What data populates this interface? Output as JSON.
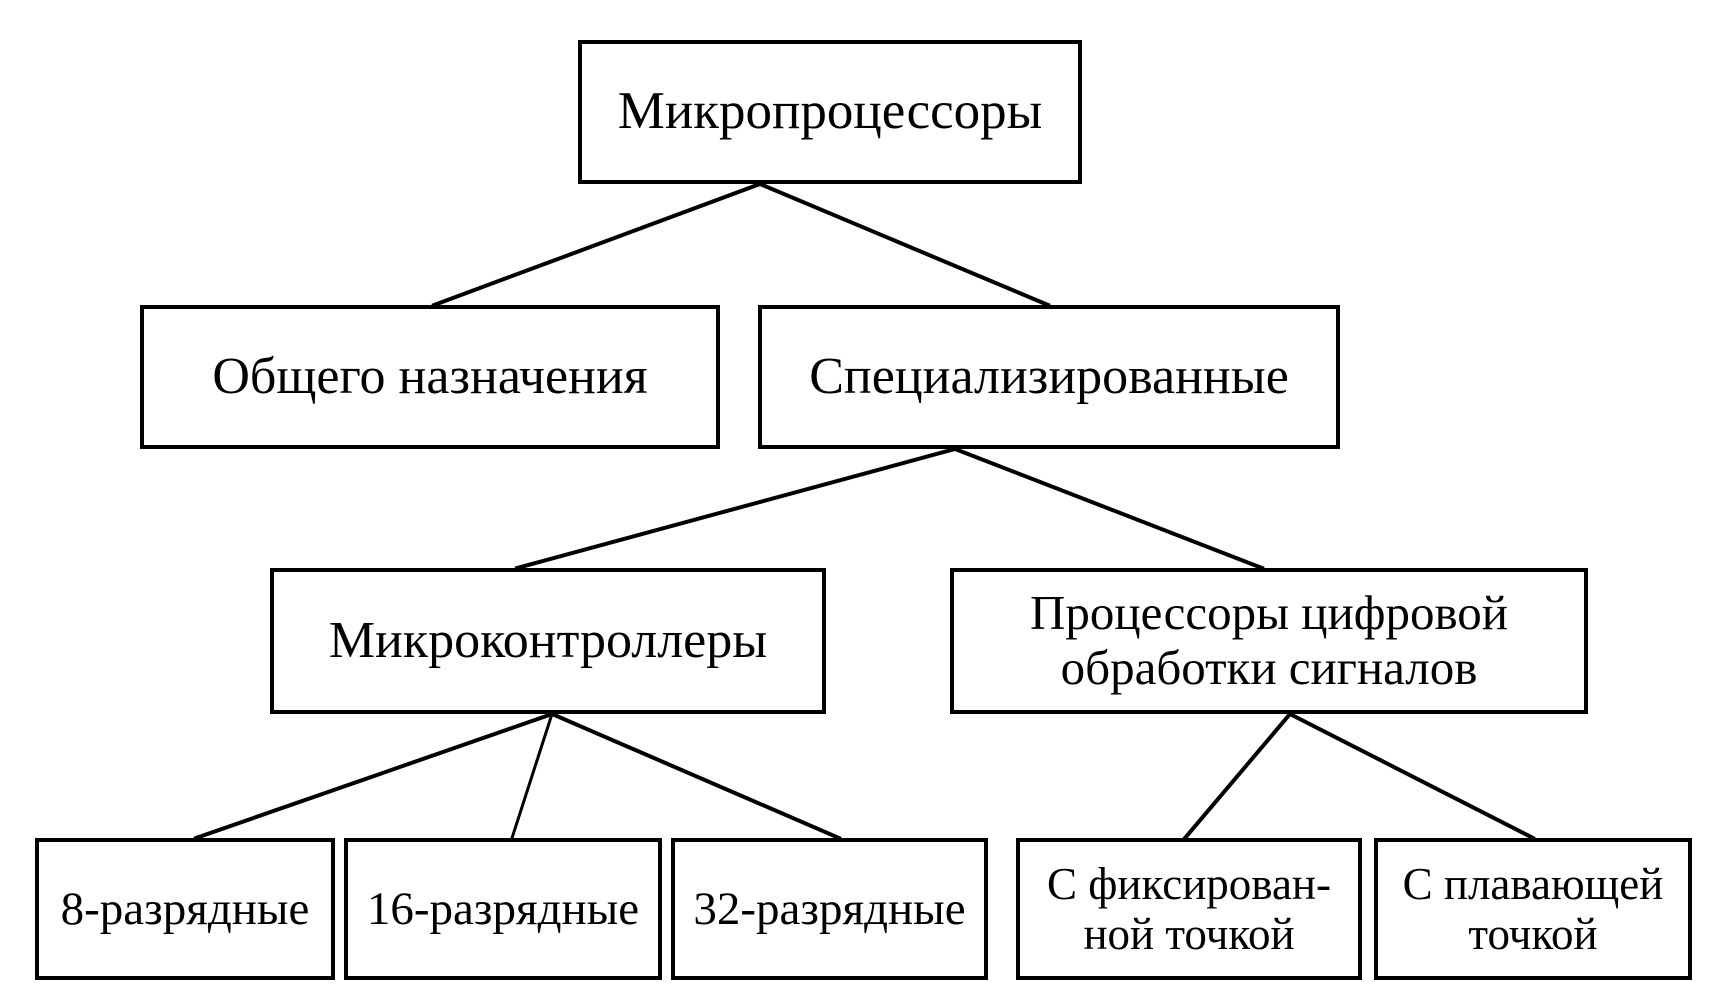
{
  "diagram": {
    "type": "tree-hierarchy",
    "language": "ru",
    "orientation": "top-down",
    "background_color": "#ffffff",
    "line_color": "#000000",
    "box_border_color": "#000000",
    "text_color": "#000000",
    "nodes": {
      "microprocessors": {
        "label": "Микропроцессоры",
        "level": 1
      },
      "general_purpose": {
        "label": "Общего назначения",
        "level": 2
      },
      "specialized": {
        "label": "Специализированные",
        "level": 2
      },
      "microcontrollers": {
        "label": "Микроконтроллеры",
        "level": 3
      },
      "dsp": {
        "label": "Процессоры цифровой\nобработки сигналов",
        "level": 3
      },
      "bit8": {
        "label": "8-разрядные",
        "level": 4
      },
      "bit16": {
        "label": "16-разрядные",
        "level": 4
      },
      "bit32": {
        "label": "32-разрядные",
        "level": 4
      },
      "fixed_point": {
        "label": "С фиксирован-\nной точкой",
        "level": 4
      },
      "floating_point": {
        "label": "С плавающей\nточкой",
        "level": 4
      }
    },
    "edges": [
      {
        "from": "microprocessors",
        "to": "general_purpose"
      },
      {
        "from": "microprocessors",
        "to": "specialized"
      },
      {
        "from": "specialized",
        "to": "microcontrollers"
      },
      {
        "from": "specialized",
        "to": "dsp"
      },
      {
        "from": "microcontrollers",
        "to": "bit8"
      },
      {
        "from": "microcontrollers",
        "to": "bit16"
      },
      {
        "from": "microcontrollers",
        "to": "bit32"
      },
      {
        "from": "dsp",
        "to": "fixed_point"
      },
      {
        "from": "dsp",
        "to": "floating_point"
      }
    ]
  }
}
